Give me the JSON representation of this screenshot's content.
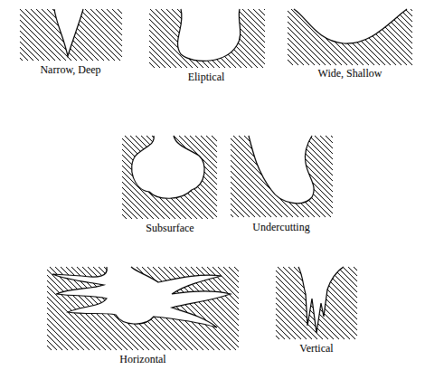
{
  "diagram": {
    "labels": [
      "Narrow, Deep",
      "Eliptical",
      "Wide, Shallow",
      "Subsurface",
      "Undercutting",
      "Horizontal",
      "Vertical"
    ]
  }
}
